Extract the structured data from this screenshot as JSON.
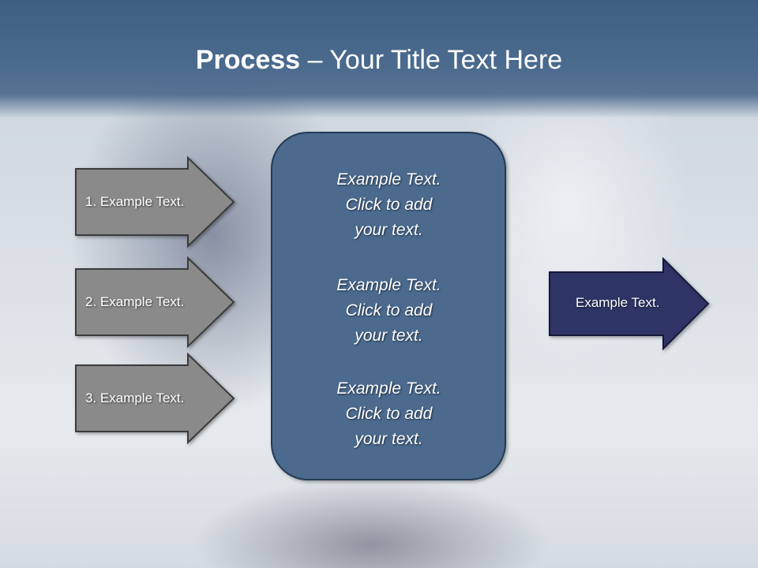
{
  "slide": {
    "title_bold": "Process",
    "title_rest": " – Your Title Text Here"
  },
  "left_arrows": [
    {
      "label": "1. Example Text."
    },
    {
      "label": "2. Example Text."
    },
    {
      "label": "3. Example Text."
    }
  ],
  "center_box": {
    "blocks": [
      {
        "line1": "Example Text.",
        "line2": "Click  to add",
        "line3": "your text."
      },
      {
        "line1": "Example Text.",
        "line2": "Click  to add",
        "line3": "your text."
      },
      {
        "line1": "Example Text.",
        "line2": "Click  to add",
        "line3": "your text."
      }
    ]
  },
  "right_arrow": {
    "label": "Example Text."
  },
  "colors": {
    "header": "#46678b",
    "grey_arrow": "#8a8a8a",
    "center_box": "#4c6b8e",
    "right_arrow": "#2e3466"
  }
}
